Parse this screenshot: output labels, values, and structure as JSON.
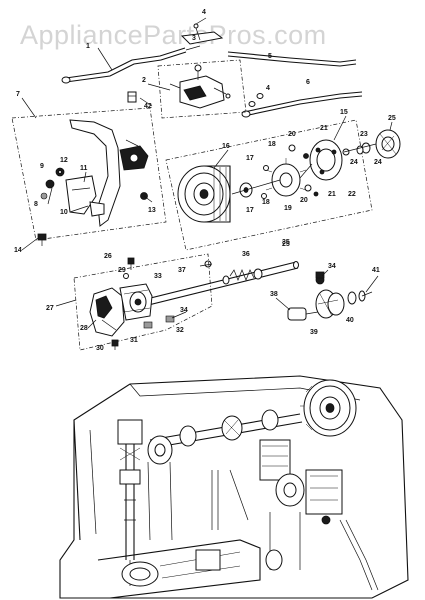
{
  "watermark": "AppliancePartsPros.com",
  "callouts": [
    "1",
    "2",
    "3",
    "4",
    "4",
    "5",
    "6",
    "7",
    "8",
    "9",
    "10",
    "11",
    "12",
    "13",
    "14",
    "15",
    "16",
    "17",
    "17",
    "18",
    "18",
    "19",
    "20",
    "20",
    "21",
    "21",
    "22",
    "23",
    "24",
    "24",
    "25",
    "25",
    "26",
    "27",
    "28",
    "29",
    "30",
    "31",
    "32",
    "33",
    "34",
    "34",
    "35",
    "36",
    "37",
    "38",
    "39",
    "40",
    "41",
    "42"
  ]
}
